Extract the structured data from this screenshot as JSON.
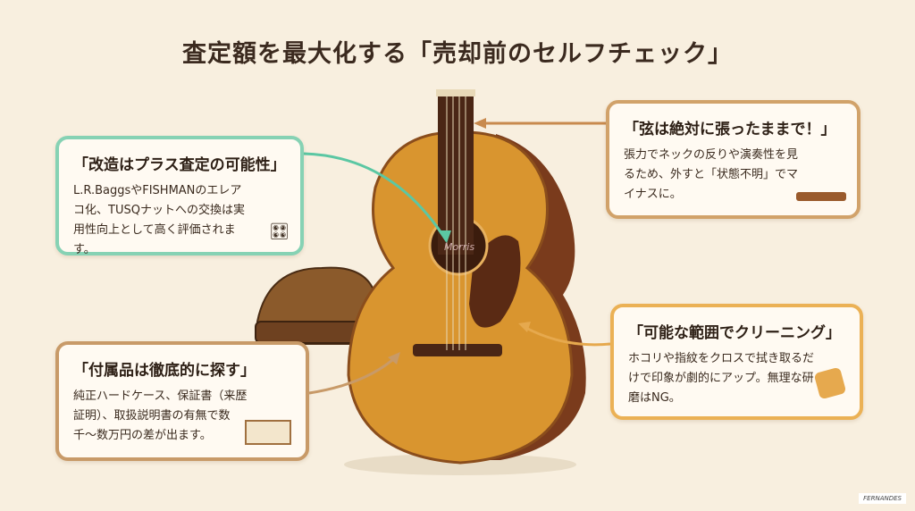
{
  "title": "査定額を最大化する「売却前のセルフチェック」",
  "cards": [
    {
      "heading": "「改造はプラス査定の可能性」",
      "body": "L.R.BaggsやFISHMANのエレアコ化、TUSQナットへの交換は実用性向上として高く評価されます。",
      "icon": "pickup-nut-icon",
      "color": "#86d2b4"
    },
    {
      "heading": "「弦は絶対に張ったままで！」",
      "body": "張力でネックの反りや演奏性を見るため、外すと「状態不明」でマイナスに。",
      "icon": "guitar-headstock-icon",
      "color": "#d1a26a"
    },
    {
      "heading": "「可能な範囲でクリーニング」",
      "body": "ホコリや指紋をクロスで拭き取るだけで印象が劇的にアップ。無理な研磨はNG。",
      "icon": "cleaning-cloth-icon",
      "color": "#ebb155"
    },
    {
      "heading": "「付属品は徹底的に探す」",
      "body": "純正ハードケース、保証書（来歴証明）、取扱説明書の有無で数千〜数万円の差が出ます。",
      "icon": "documents-icon",
      "color": "#c89a68"
    }
  ],
  "guitar_brand": "Morris",
  "logo": "FERNANDES"
}
